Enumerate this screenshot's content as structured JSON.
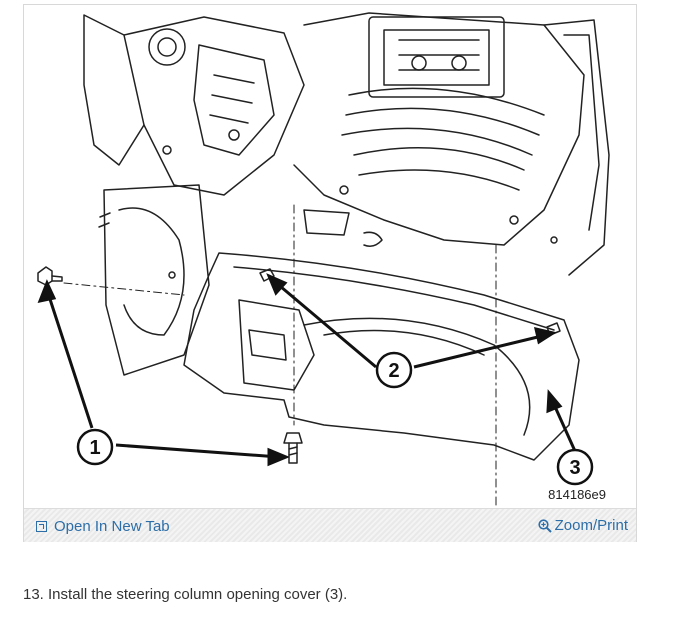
{
  "figure": {
    "callouts": [
      "1",
      "2",
      "3"
    ],
    "figure_code": "814186e9",
    "icons": {
      "open_tab": "external-link-icon",
      "zoom": "magnifier-plus-icon"
    }
  },
  "toolbar": {
    "open_tab_label": "Open In New Tab",
    "zoom_label": "Zoom/Print"
  },
  "step_text": "13. Install the steering column opening cover (3)."
}
